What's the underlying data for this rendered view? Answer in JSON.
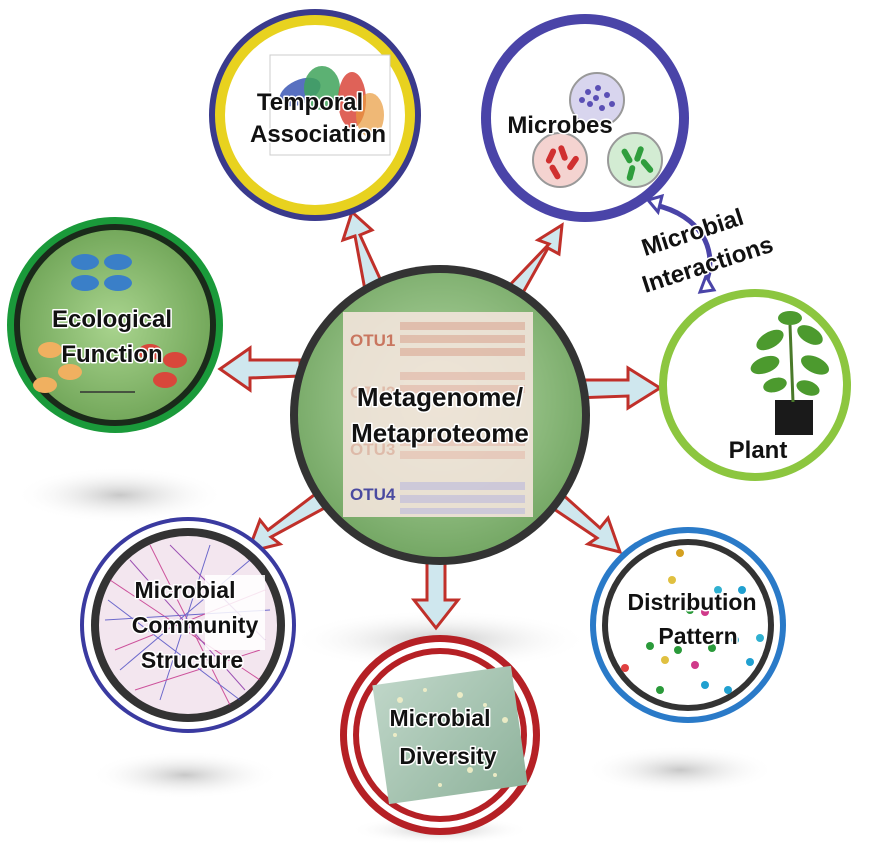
{
  "center": {
    "line1": "Metagenome/",
    "line2": "Metaproteome",
    "otu_labels": [
      "OTU1",
      "OTU2",
      "OTU3",
      "OTU4"
    ]
  },
  "nodes": {
    "temporal": {
      "line1": "Temporal",
      "line2": "Association",
      "ring_color": "#e8d21f"
    },
    "microbes": {
      "line1": "Microbes",
      "ring_color": "#4a44a8"
    },
    "interactions": {
      "line1": "Microbial",
      "line2": "Interactions"
    },
    "plant": {
      "line1": "Plant",
      "ring_color": "#8cc63f"
    },
    "ecological": {
      "line1": "Ecological",
      "line2": "Function",
      "ring_color": "#1a9a3a"
    },
    "community": {
      "line1": "Microbial",
      "line2": "Community",
      "line3": "Structure",
      "ring_color": "#3a3aa0"
    },
    "diversity": {
      "line1": "Microbial",
      "line2": "Diversity",
      "ring_color": "#b52025"
    },
    "distribution": {
      "line1": "Distribution",
      "line2": "Pattern",
      "ring_color": "#2a7ac8"
    }
  },
  "colors": {
    "arrow_fill": "#cfe7ee",
    "arrow_stroke": "#c0302a",
    "center_fill": "#8fbf7d"
  }
}
